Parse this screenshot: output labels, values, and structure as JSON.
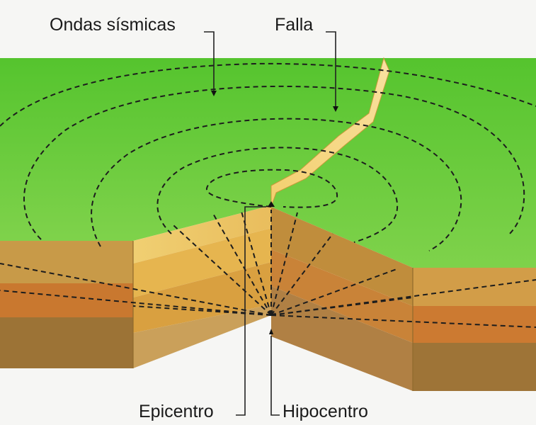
{
  "labels": {
    "waves": "Ondas sísmicas",
    "fault": "Falla",
    "epicenter": "Epicentro",
    "hypocenter": "Hipocentro"
  },
  "colors": {
    "surface_green": "#5cc63a",
    "layer_tan": "#c69a47",
    "layer_orange": "#c9782f",
    "layer_brown": "#9c7336",
    "fault_face": "#f2d07a"
  }
}
